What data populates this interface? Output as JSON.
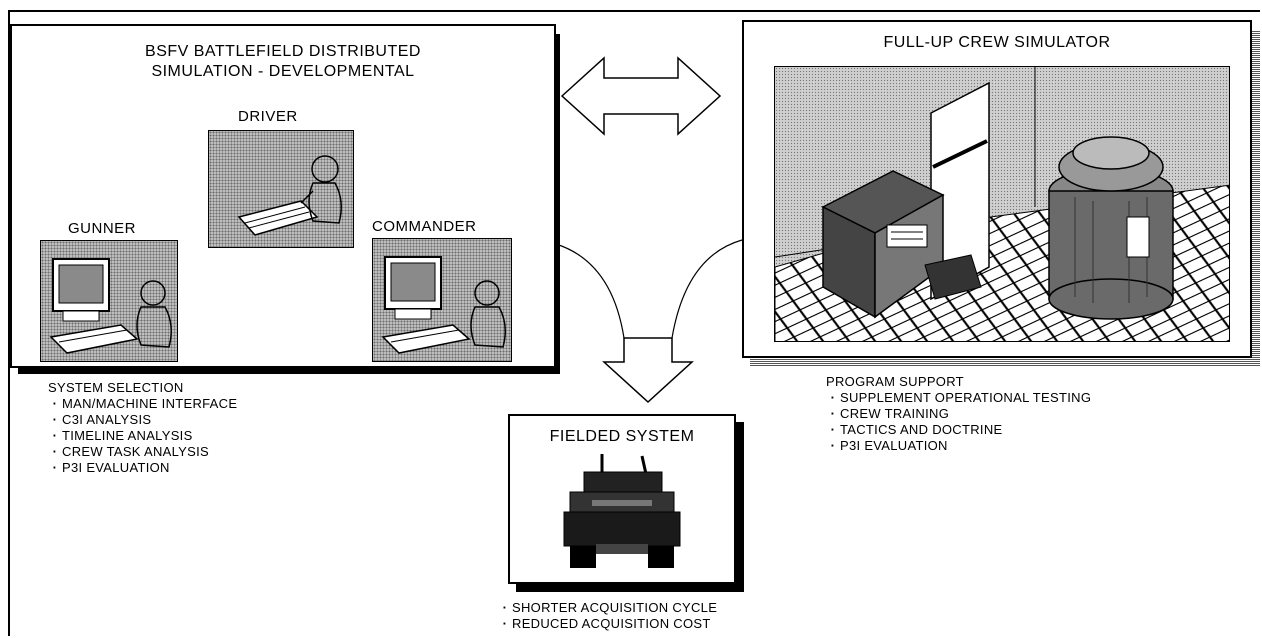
{
  "bsfv": {
    "title_line1": "BSFV BATTLEFIELD DISTRIBUTED",
    "title_line2": "SIMULATION - DEVELOPMENTAL",
    "driver_label": "DRIVER",
    "gunner_label": "GUNNER",
    "commander_label": "COMMANDER"
  },
  "crew_sim": {
    "title": "FULL-UP CREW SIMULATOR"
  },
  "fielded": {
    "title": "FIELDED SYSTEM"
  },
  "system_selection": {
    "heading": "SYSTEM SELECTION",
    "items": [
      "MAN/MACHINE INTERFACE",
      "C3I ANALYSIS",
      "TIMELINE ANALYSIS",
      "CREW TASK ANALYSIS",
      "P3I EVALUATION"
    ]
  },
  "program_support": {
    "heading": "PROGRAM SUPPORT",
    "items": [
      "SUPPLEMENT OPERATIONAL TESTING",
      "CREW TRAINING",
      "TACTICS AND DOCTRINE",
      "P3I EVALUATION"
    ]
  },
  "acquisition": {
    "items": [
      "SHORTER ACQUISITION CYCLE",
      "REDUCED ACQUISITION COST"
    ]
  }
}
